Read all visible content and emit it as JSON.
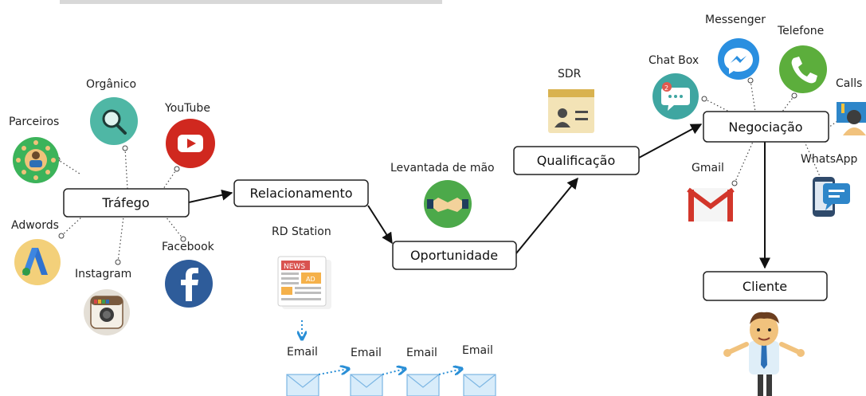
{
  "header": {
    "cropped_title": ""
  },
  "boxes": {
    "trafego": "Tráfego",
    "relacionamento": "Relacionamento",
    "oportunidade": "Oportunidade",
    "qualificacao": "Qualificação",
    "negociacao": "Negociação",
    "cliente": "Cliente"
  },
  "labels": {
    "parceiros": "Parceiros",
    "organico": "Orgânico",
    "youtube": "YouTube",
    "adwords": "Adwords",
    "instagram": "Instagram",
    "facebook": "Facebook",
    "rd_station": "RD Station",
    "levantada": "Levantada de mão",
    "sdr": "SDR",
    "chat_box": "Chat Box",
    "messenger": "Messenger",
    "telefone": "Telefone",
    "calls": "Calls",
    "gmail": "Gmail",
    "whatsapp": "WhatsApp",
    "email_1": "Email",
    "email_2": "Email",
    "email_3": "Email",
    "email_4": "Email",
    "news_text": "NEWS",
    "ad_text": "AD",
    "chat_badge": "2"
  },
  "colors": {
    "organico_bg": "#4fb7a5",
    "youtube_bg": "#d0281f",
    "facebook_bg": "#2e5c9a",
    "adwords_bg": "#f3d07a",
    "instagram_bg": "#e4dfd6",
    "parceiros_bg": "#3cb35a",
    "chat_bg": "#3fa6a1",
    "messenger_bg": "#2a8fe0",
    "telefone_bg": "#5cae3c",
    "email_blue": "#2a8fd6"
  },
  "icons": [
    "parceiros-icon",
    "organico-search-icon",
    "youtube-icon",
    "adwords-icon",
    "instagram-icon",
    "facebook-icon",
    "rd-station-news-icon",
    "handshake-icon",
    "sdr-id-card-icon",
    "chat-box-icon",
    "messenger-icon",
    "telefone-icon",
    "calls-icon",
    "gmail-icon",
    "whatsapp-icon",
    "email-icon",
    "client-person-icon"
  ]
}
